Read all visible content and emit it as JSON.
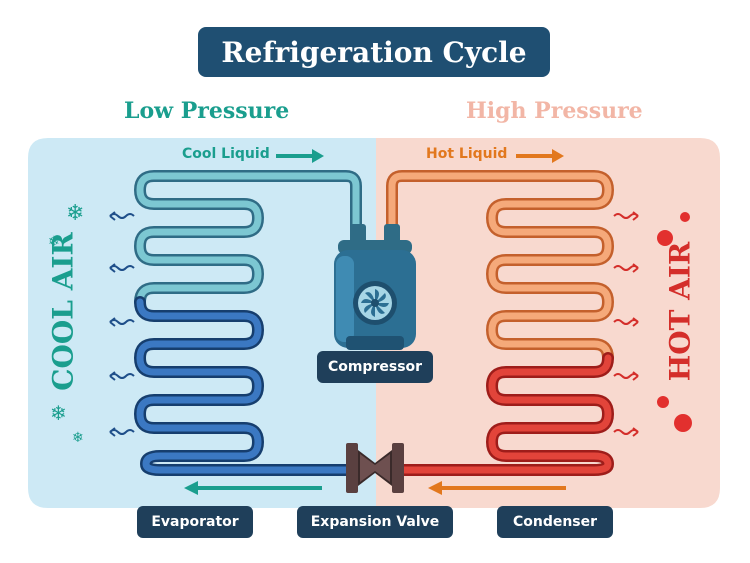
{
  "title": "Refrigeration Cycle",
  "low_pressure": "Low Pressure",
  "high_pressure": "High Pressure",
  "cool_liquid": "Cool Liquid",
  "hot_liquid": "Hot Liquid",
  "cool_air": "COOL AIR",
  "hot_air": "HOT AIR",
  "components": {
    "compressor": "Compressor",
    "evaporator": "Evaporator",
    "expansion_valve": "Expansion Valve",
    "condenser": "Condenser"
  },
  "colors": {
    "cool_panel": "#cde9f5",
    "hot_panel": "#f8d9cf",
    "cool_coil": "#62b6c6",
    "cool_coil_dark": "#1f4f8a",
    "hot_coil": "#f0996a",
    "hot_coil_dark": "#d42e2a",
    "teal": "#1a9e8e",
    "orange": "#e2781e",
    "navy": "#1f3f5a"
  }
}
